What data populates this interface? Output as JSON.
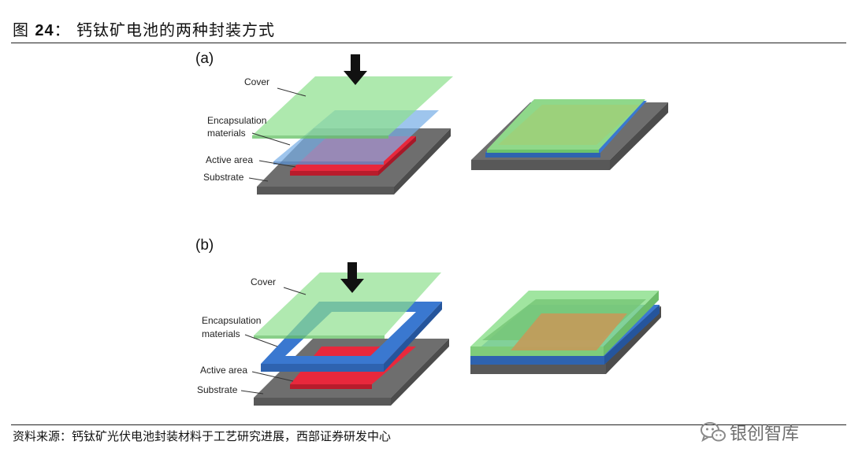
{
  "header": {
    "figure_prefix": "图",
    "figure_number": "24",
    "colon": "：",
    "caption": "钙钛矿电池的两种封装方式"
  },
  "panels": [
    {
      "tag": "(a)",
      "labels": {
        "cover": "Cover",
        "encapsulation_line1": "Encapsulation",
        "encapsulation_line2": "materials",
        "active_area": "Active area",
        "substrate": "Substrate"
      }
    },
    {
      "tag": "(b)",
      "labels": {
        "cover": "Cover",
        "encapsulation_line1": "Encapsulation",
        "encapsulation_line2": "materials",
        "active_area": "Active area",
        "substrate": "Substrate"
      }
    }
  ],
  "colors": {
    "cover": "#8fe08f",
    "encapsulation": "#78aee6",
    "frame": "#3a78d0",
    "active": "#e8283c",
    "substrate": "#6e6e6e",
    "arrow": "#111111"
  },
  "footer": {
    "source": "资料来源：钙钛矿光伏电池封装材料于工艺研究进展，西部证券研发中心",
    "watermark": "银创智库",
    "watermark_icon": "wechat-icon"
  }
}
